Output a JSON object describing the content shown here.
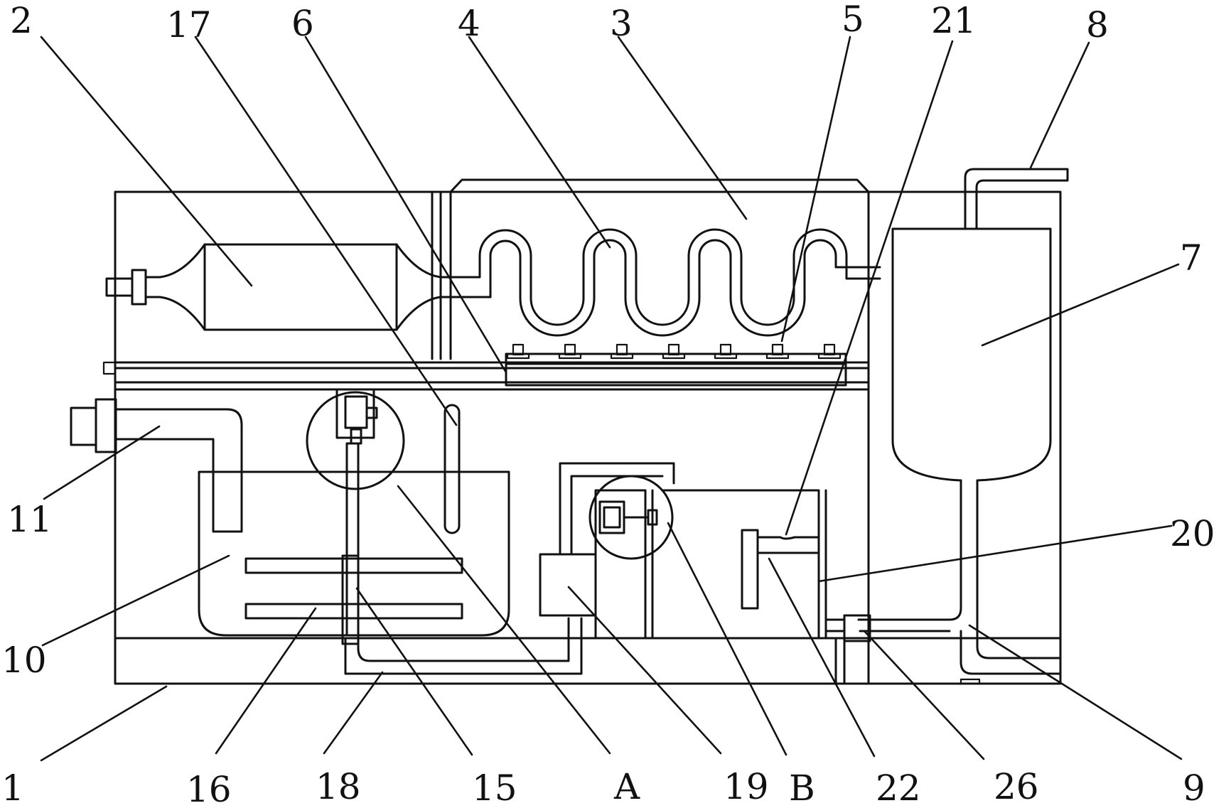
{
  "figure": {
    "labels": [
      {
        "id": "2",
        "text": "2"
      },
      {
        "id": "17",
        "text": "17"
      },
      {
        "id": "6",
        "text": "6"
      },
      {
        "id": "4",
        "text": "4"
      },
      {
        "id": "3",
        "text": "3"
      },
      {
        "id": "5",
        "text": "5"
      },
      {
        "id": "21",
        "text": "21"
      },
      {
        "id": "8",
        "text": "8"
      },
      {
        "id": "7",
        "text": "7"
      },
      {
        "id": "11",
        "text": "11"
      },
      {
        "id": "20",
        "text": "20"
      },
      {
        "id": "10",
        "text": "10"
      },
      {
        "id": "1",
        "text": "1"
      },
      {
        "id": "16",
        "text": "16"
      },
      {
        "id": "18",
        "text": "18"
      },
      {
        "id": "15",
        "text": "15"
      },
      {
        "id": "A",
        "text": "A"
      },
      {
        "id": "19",
        "text": "19"
      },
      {
        "id": "B",
        "text": "B"
      },
      {
        "id": "22",
        "text": "22"
      },
      {
        "id": "26",
        "text": "26"
      },
      {
        "id": "9",
        "text": "9"
      }
    ]
  }
}
